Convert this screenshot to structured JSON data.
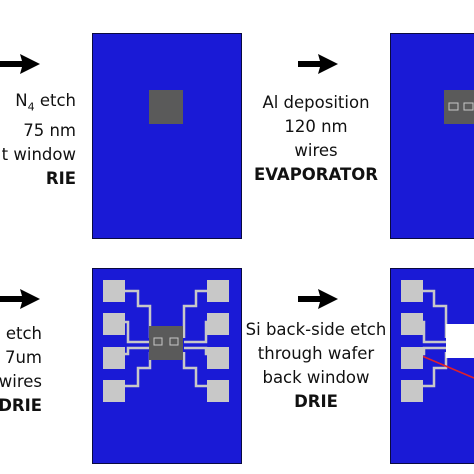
{
  "colors": {
    "wafer": "#1a1ad6",
    "nitride": "#5a5a5a",
    "pad": "#c8c8c8",
    "wire": "#c8c8c8",
    "window": "#ffffff",
    "cut": "#e0202a",
    "text": "#111111"
  },
  "steps": [
    {
      "id": "sin-etch",
      "lines": [
        "N4 etch",
        "75 nm",
        "t window"
      ],
      "tool": "RIE"
    },
    {
      "id": "al-deposition",
      "lines": [
        "Al deposition",
        "120 nm",
        "wires"
      ],
      "tool": "EVAPORATOR"
    },
    {
      "id": "si-etch",
      "lines": [
        "i etch",
        "7um",
        "wires"
      ],
      "tool": "DRIE"
    },
    {
      "id": "si-backside-etch",
      "lines": [
        "Si back-side etch",
        "through wafer",
        "back window"
      ],
      "tool": "DRIE"
    }
  ],
  "arrows": [
    "arrow-icon",
    "arrow-icon",
    "arrow-icon",
    "arrow-icon"
  ]
}
